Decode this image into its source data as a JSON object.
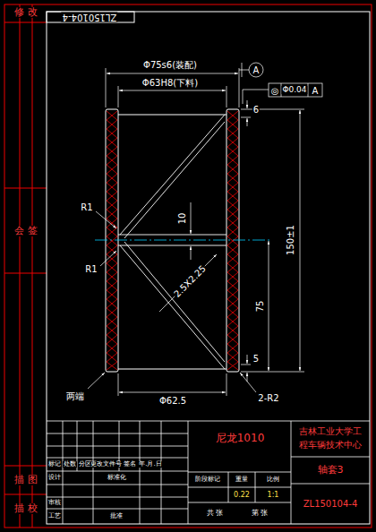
{
  "diagram": {
    "labels": [
      "修 改",
      "ZL150104-4",
      "Φ75s6(装配)",
      "Φ63H8(下料)",
      "A",
      "◎",
      "Φ0.04",
      "A",
      "6",
      "R1",
      "10",
      "R1",
      "2.5X2.25",
      "75",
      "150±1",
      "5",
      "两端",
      "Φ62.5",
      "2-R2",
      "会 签",
      "尼龙1010",
      "吉林工业大学工",
      "程车辆技术中心",
      "轴套3",
      "标记",
      "处数",
      "分区",
      "更改文件号",
      "签名",
      "年.月.日",
      "设计",
      "标准化",
      "阶段标记",
      "重量",
      "比例",
      "0.22",
      "1:1",
      "审核",
      "工艺",
      "批准",
      "共 张",
      "第 张",
      "ZL150104-4",
      "描 图",
      "描 校"
    ]
  }
}
